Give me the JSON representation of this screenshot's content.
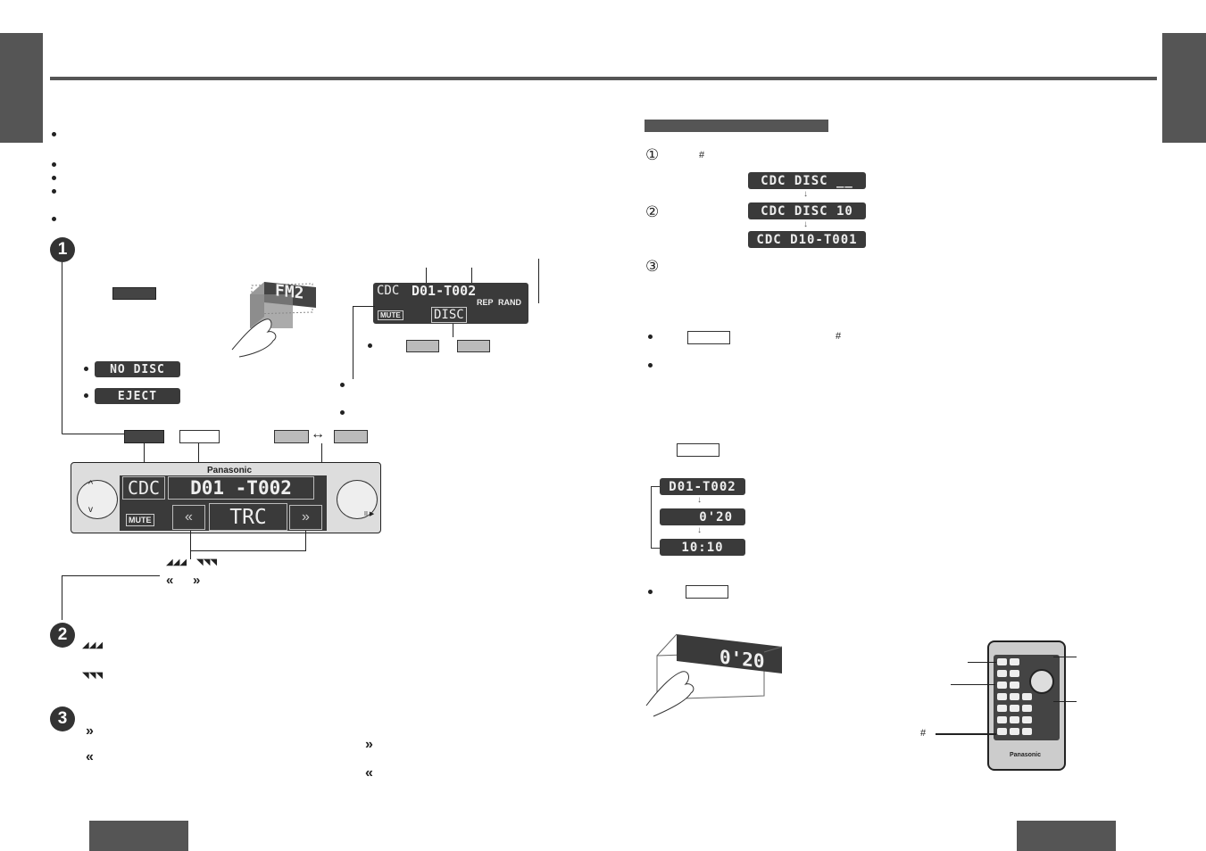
{
  "colors": {
    "tab": "#555555",
    "lcd_bg": "#3a3a3a",
    "lcd_text": "#eeeeee"
  },
  "left": {
    "step_numbers": [
      "1",
      "2",
      "3"
    ],
    "lcd_no_disc": "NO DISC",
    "lcd_eject": "EJECT",
    "fm_display": "FM2",
    "top_display": {
      "cdc": "CDC",
      "disc_track": "D01-T002",
      "rep": "REP",
      "rand": "RAND",
      "mute": "MUTE",
      "disc": "DISC"
    },
    "unit": {
      "brand": "Panasonic",
      "cdc": "CDC",
      "disc_track": "D01 -T002",
      "mute": "MUTE",
      "trc": "TRC",
      "pause_label": "II ▶"
    }
  },
  "right": {
    "circled": [
      "①",
      "②",
      "③"
    ],
    "hash": "#",
    "lcd_disc_blank": "CDC DISC __",
    "lcd_disc_10": "CDC DISC 10",
    "lcd_d10_t001": "CDC D10-T001",
    "cycle": [
      "D01-T002",
      "0'20",
      "10:10"
    ],
    "big_display": "0'20",
    "remote_brand": "Panasonic"
  }
}
